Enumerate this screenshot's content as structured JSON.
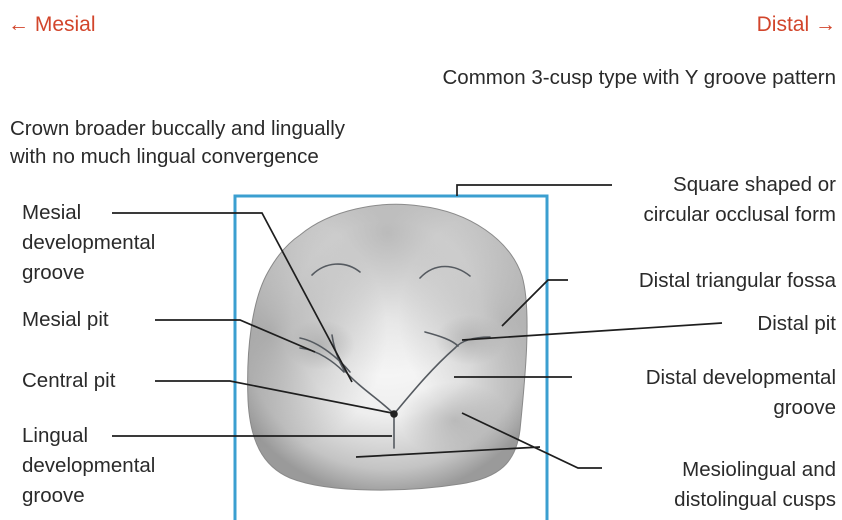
{
  "direction": {
    "mesial": "← Mesial",
    "distal": "Distal →"
  },
  "header": {
    "cusp_type": "Common 3-cusp type with Y groove pattern",
    "crown_line1": "Crown broader buccally and lingually",
    "crown_line2": "with no much lingual convergence"
  },
  "labels_left": {
    "mesial_groove": [
      "Mesial",
      "developmental",
      "groove"
    ],
    "mesial_pit": "Mesial pit",
    "central_pit": "Central pit",
    "lingual_groove": [
      "Lingual",
      "developmental",
      "groove"
    ]
  },
  "labels_right": {
    "occlusal_form": [
      "Square shaped or",
      "circular occlusal form"
    ],
    "distal_fossa": "Distal triangular fossa",
    "distal_pit": "Distal pit",
    "distal_groove": [
      "Distal developmental",
      "groove"
    ],
    "cusps": [
      "Mesiolingual and",
      "distolingual cusps"
    ]
  },
  "colors": {
    "direction_text": "#d2452b",
    "frame": "#3b9fd0",
    "text": "#2a2a2a"
  }
}
